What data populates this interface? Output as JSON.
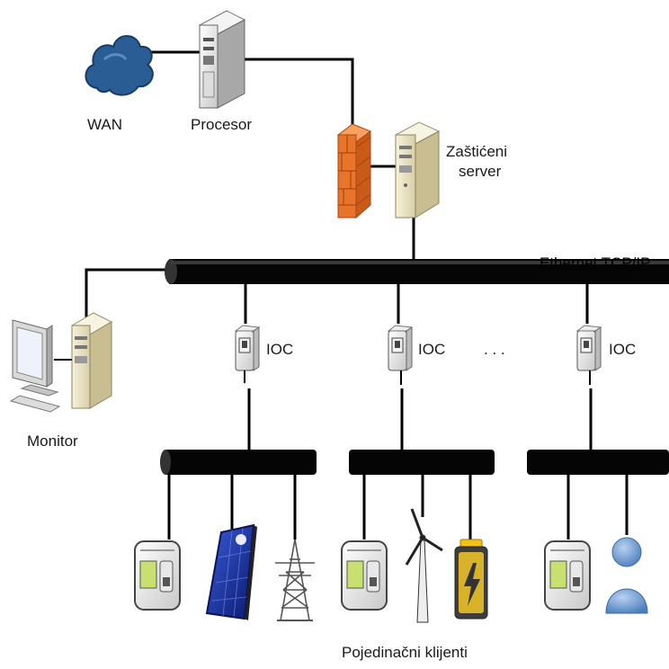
{
  "labels": {
    "wan": "WAN",
    "processor": "Procesor",
    "server_line1": "Zaštićeni",
    "server_line2": "server",
    "ethernet": "Ethernet TCP/IP",
    "monitor": "Monitor",
    "ioc_1": "IOC",
    "ioc_2": "IOC",
    "ellipsis": ". . .",
    "ioc_3": "IOC",
    "clients": "Pojedinačni klijenti"
  },
  "colors": {
    "bus": "#050505",
    "cable": "#000000",
    "cloud": "#2a5d93",
    "firewall": "#e8732a",
    "tower_beige": "#ece4c8",
    "solar_panel": "#2036a0",
    "battery_accent": "#f2c21a",
    "person": "#7fa6d8",
    "meter_display": "#c8e070"
  },
  "icons": {
    "wan": "cloud-icon",
    "processor": "server-tower-icon",
    "firewall": "firewall-icon",
    "protected_server": "server-tower-icon",
    "monitor": "desktop-computer-icon",
    "ioc": "ioc-device-icon",
    "meter": "smart-meter-icon",
    "solar": "solar-panel-icon",
    "tower": "transmission-tower-icon",
    "wind": "wind-turbine-icon",
    "battery": "battery-icon",
    "person": "user-icon"
  }
}
